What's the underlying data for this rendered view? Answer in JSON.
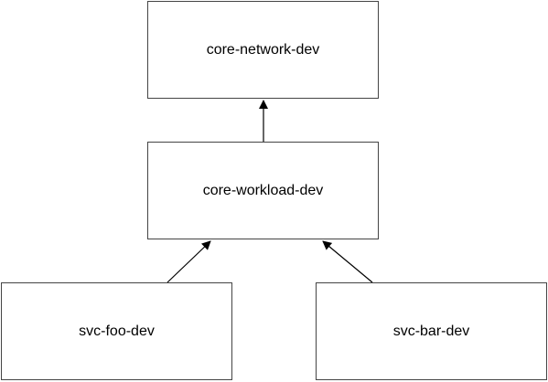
{
  "nodes": {
    "core_network": {
      "label": "core-network-dev"
    },
    "core_workload": {
      "label": "core-workload-dev"
    },
    "svc_foo": {
      "label": "svc-foo-dev"
    },
    "svc_bar": {
      "label": "svc-bar-dev"
    }
  },
  "edges": [
    {
      "from": "core-workload-dev",
      "to": "core-network-dev"
    },
    {
      "from": "svc-foo-dev",
      "to": "core-workload-dev"
    },
    {
      "from": "svc-bar-dev",
      "to": "core-workload-dev"
    }
  ],
  "colors": {
    "border": "#444444",
    "arrow": "#000000",
    "text": "#000000",
    "background": "#ffffff"
  }
}
